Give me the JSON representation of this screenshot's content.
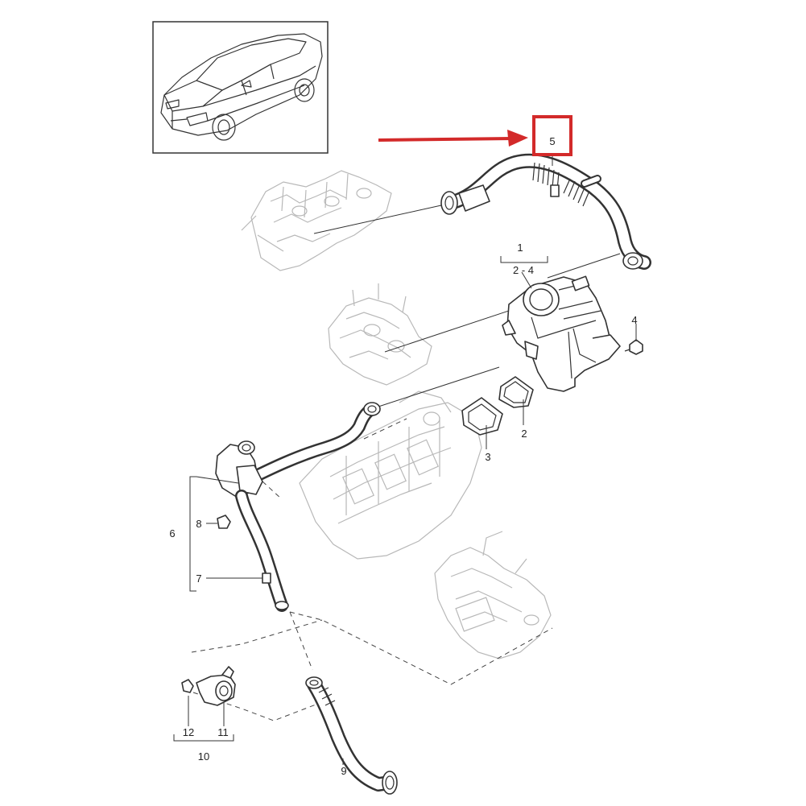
{
  "callouts": {
    "c1": "1",
    "c1_range": "2 - 4",
    "c2": "2",
    "c3": "3",
    "c4": "4",
    "c5": "5",
    "c6": "6",
    "c7": "7",
    "c8": "8",
    "c9": "9",
    "c10": "10",
    "c11": "11",
    "c12": "12"
  },
  "colors": {
    "highlight": "#d32a2a",
    "line": "#333333",
    "faint": "#b8b8b8"
  },
  "icons": [
    "car-thumbnail",
    "highlight-arrow",
    "highlight-box"
  ]
}
